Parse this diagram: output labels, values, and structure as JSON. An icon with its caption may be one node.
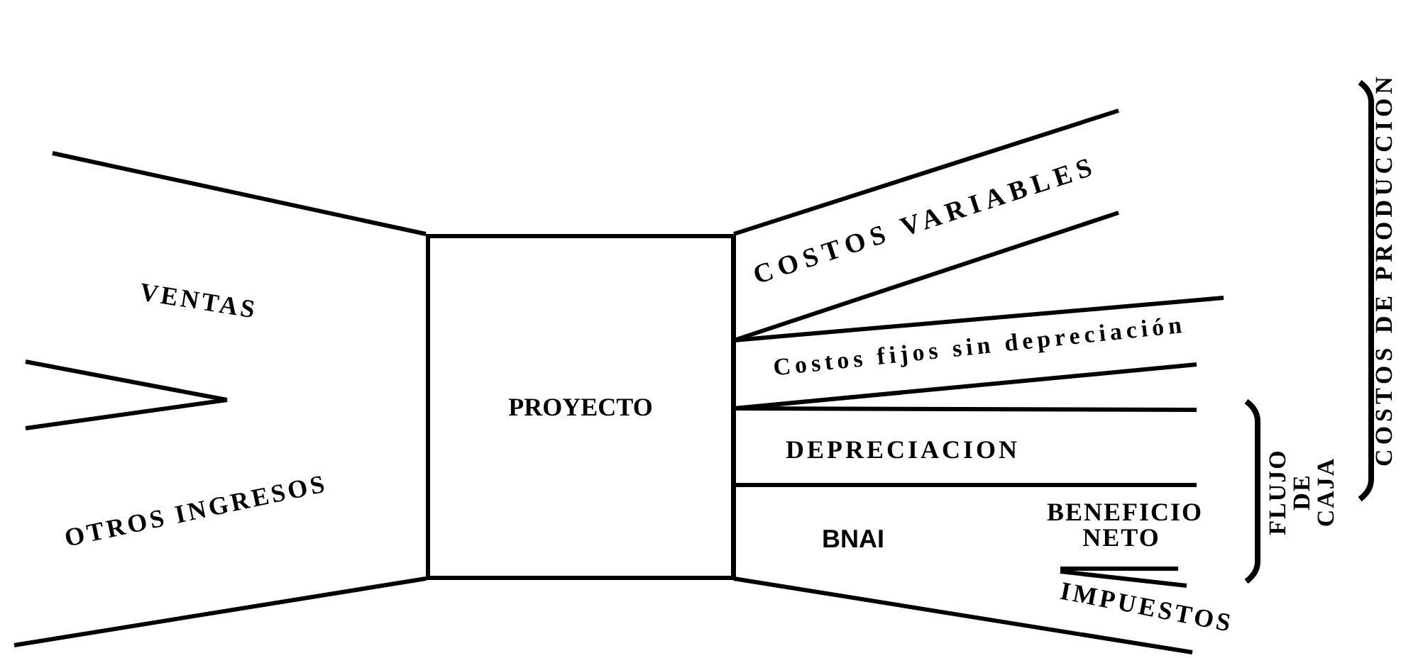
{
  "diagram": {
    "nodes": [
      {
        "text": [
          "PROYECTO"
        ]
      }
    ],
    "edges": [],
    "labels": [
      "VENTAS",
      "OTROS INGRESOS",
      "COSTOS VARIABLES",
      "Costos fijos sin depreciación",
      "DEPRECIACION",
      "BNAI",
      "BENEFICIO NETO",
      "IMPUESTOS",
      "FLUJO DE CAJA",
      "COSTOS DE PRODUCCION"
    ]
  }
}
